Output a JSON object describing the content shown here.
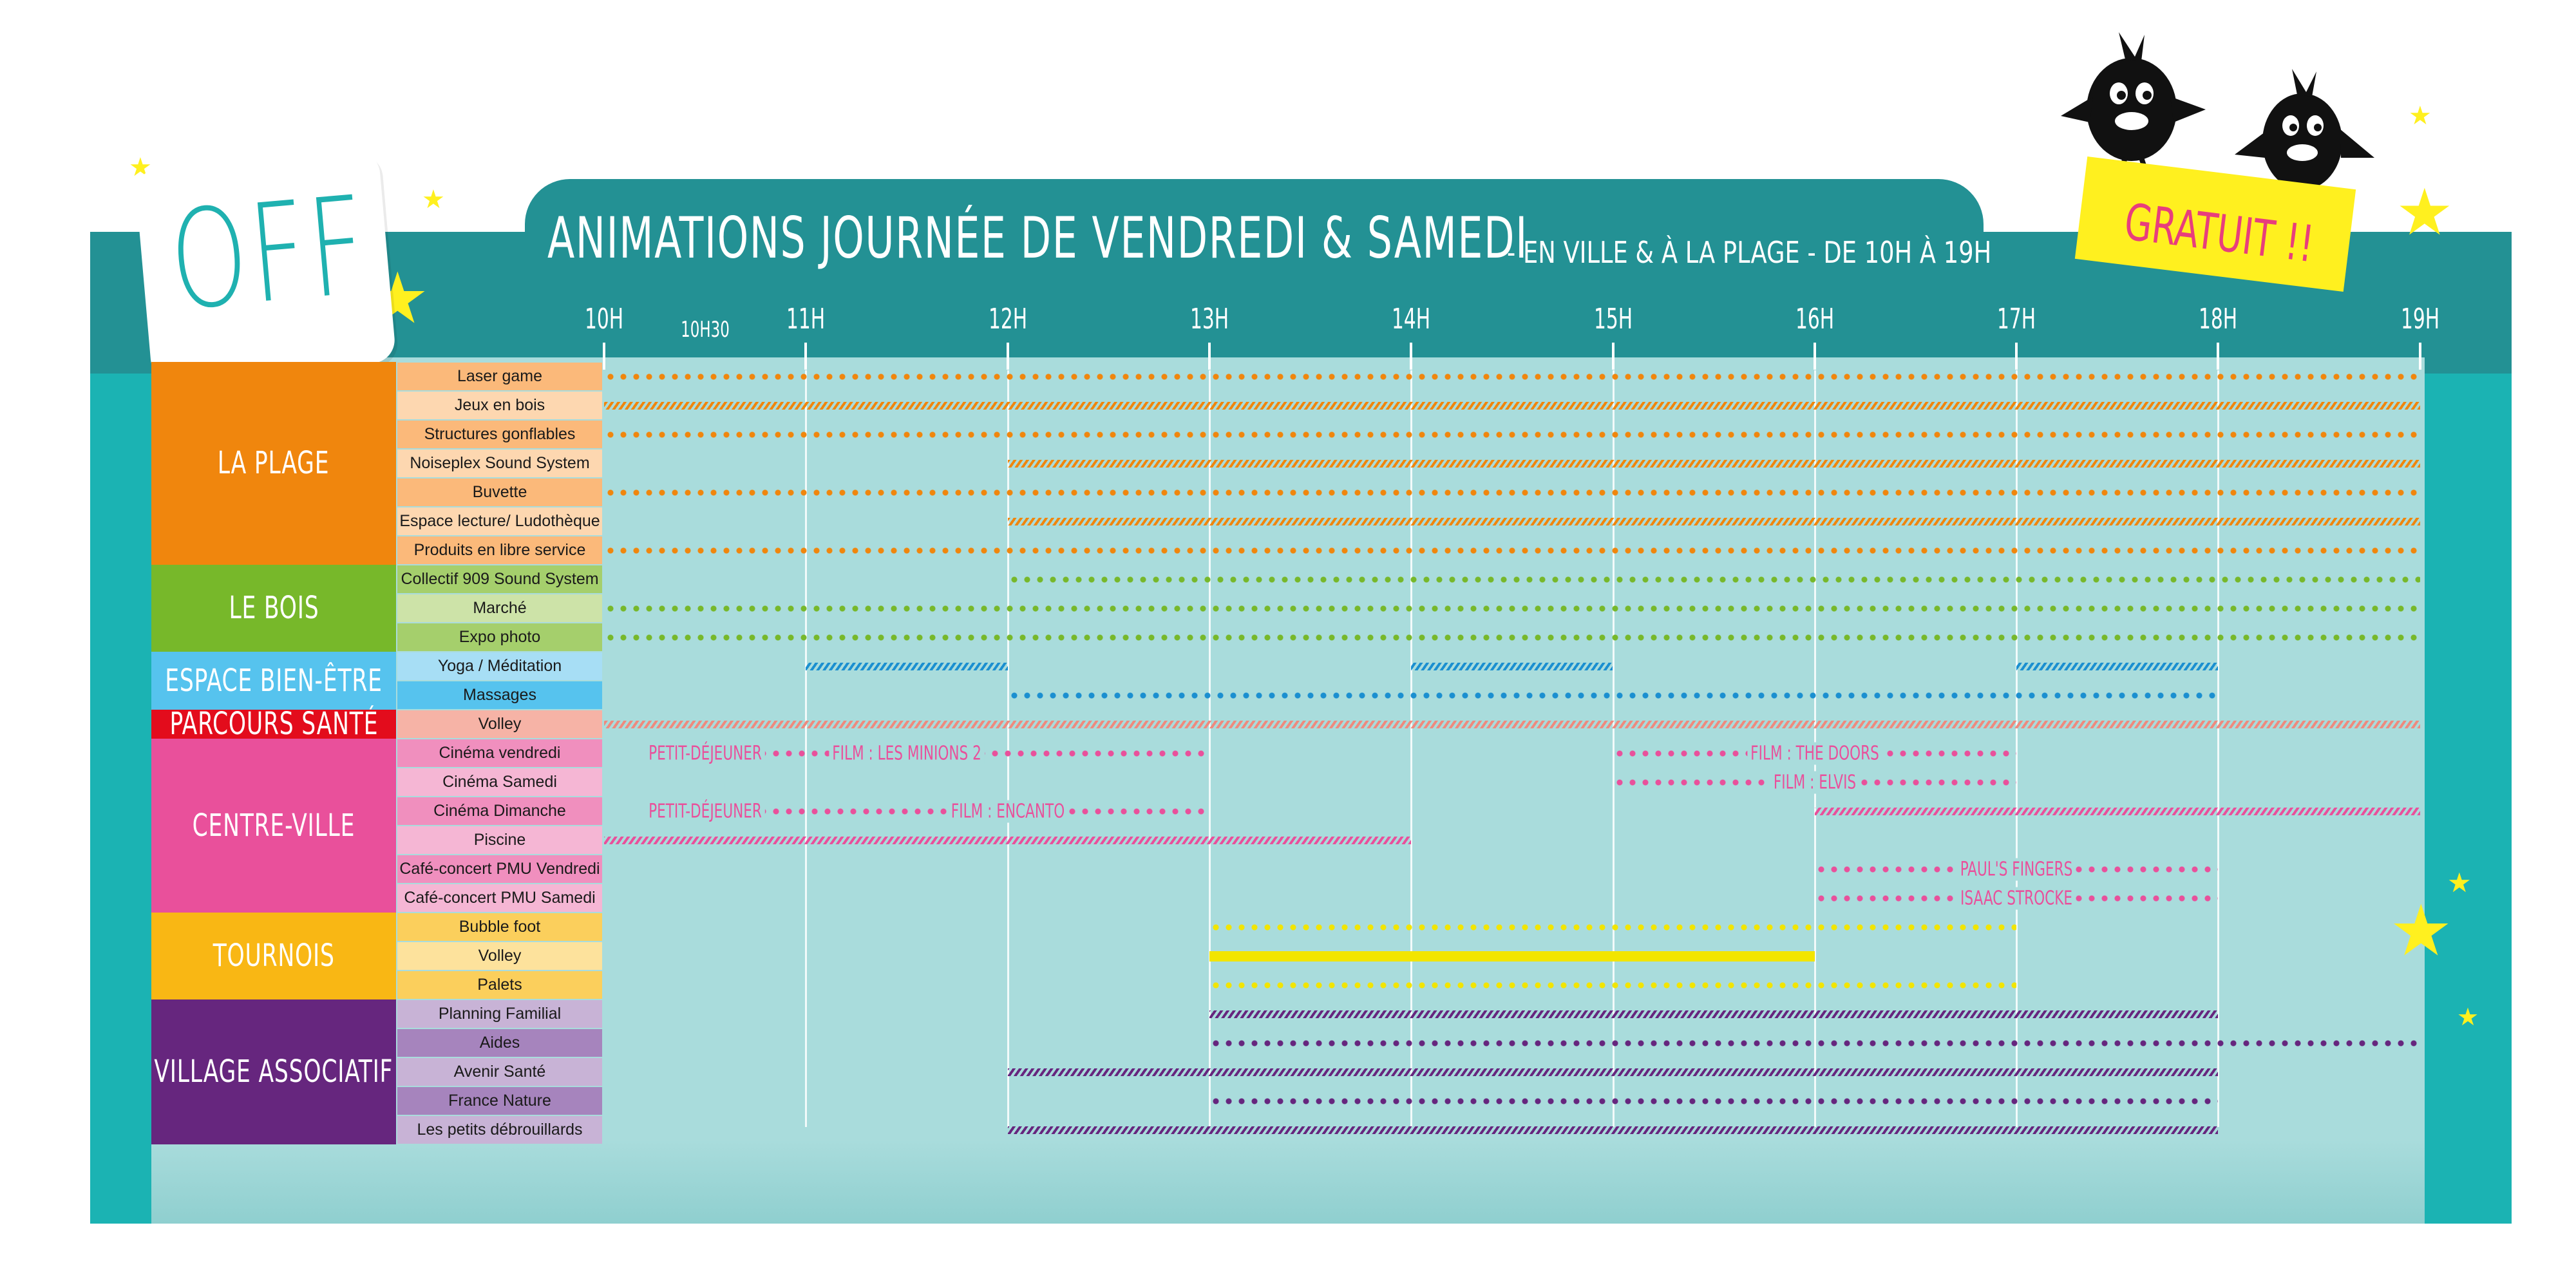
{
  "header": {
    "badge_off": "OFF",
    "title": "ANIMATIONS JOURNÉE DE VENDREDI & SAMEDI",
    "subtitle": "- EN VILLE & À LA PLAGE - DE 10H À 19H",
    "badge_gratuit": "GRATUIT !!"
  },
  "colors": {
    "frame": "#239194",
    "board": "#a9dcdc",
    "plage": "#f0860d",
    "bois": "#77b82a",
    "bien_etre": "#56c3ee",
    "sante": "#e30c1c",
    "centre": "#e9509b",
    "tournois": "#f9b714",
    "village": "#66267e"
  },
  "hours": [
    "10H",
    "10H30",
    "11H",
    "12H",
    "13H",
    "14H",
    "15H",
    "16H",
    "17H",
    "18H",
    "19H"
  ],
  "categories": [
    {
      "name": "LA PLAGE",
      "color": "#f0860d",
      "activities": [
        {
          "label": "Laser game",
          "bg": "#fbb97a"
        },
        {
          "label": "Jeux en bois",
          "bg": "#fdd7b0"
        },
        {
          "label": "Structures gonflables",
          "bg": "#fbb97a"
        },
        {
          "label": "Noiseplex Sound System",
          "bg": "#fdd7b0"
        },
        {
          "label": "Buvette",
          "bg": "#fbb97a"
        },
        {
          "label": "Espace lecture/ Ludothèque",
          "bg": "#fdd7b0"
        },
        {
          "label": "Produits en libre service",
          "bg": "#fbb97a"
        }
      ]
    },
    {
      "name": "LE BOIS",
      "color": "#77b82a",
      "activities": [
        {
          "label": "Collectif 909 Sound System",
          "bg": "#a5cf6c"
        },
        {
          "label": "Marché",
          "bg": "#cde3a8"
        },
        {
          "label": "Expo photo",
          "bg": "#a5cf6c"
        }
      ]
    },
    {
      "name": "ESPACE BIEN-ÊTRE",
      "color": "#56c3ee",
      "activities": [
        {
          "label": "Yoga / Méditation",
          "bg": "#a7def5"
        },
        {
          "label": "Massages",
          "bg": "#56c3ee"
        }
      ]
    },
    {
      "name": "PARCOURS SANTÉ",
      "color": "#e30c1c",
      "activities": [
        {
          "label": "Volley",
          "bg": "#f6b3a6"
        }
      ]
    },
    {
      "name": "CENTRE-VILLE",
      "color": "#e9509b",
      "activities": [
        {
          "label": "Cinéma vendredi",
          "bg": "#f08fbe"
        },
        {
          "label": "Cinéma Samedi",
          "bg": "#f5b6d4"
        },
        {
          "label": "Cinéma Dimanche",
          "bg": "#f08fbe"
        },
        {
          "label": "Piscine",
          "bg": "#f5b6d4"
        },
        {
          "label": "Café-concert PMU Vendredi",
          "bg": "#f08fbe"
        },
        {
          "label": "Café-concert PMU Samedi",
          "bg": "#f5b6d4"
        }
      ]
    },
    {
      "name": "TOURNOIS",
      "color": "#f9b714",
      "activities": [
        {
          "label": "Bubble foot",
          "bg": "#fbcf5c"
        },
        {
          "label": "Volley",
          "bg": "#fde29c"
        },
        {
          "label": "Palets",
          "bg": "#fbcf5c"
        }
      ]
    },
    {
      "name": "VILLAGE ASSOCIATIF",
      "color": "#66267e",
      "activities": [
        {
          "label": "Planning Familial",
          "bg": "#c8b3d6"
        },
        {
          "label": "Aides",
          "bg": "#a684bd"
        },
        {
          "label": "Avenir Santé",
          "bg": "#c8b3d6"
        },
        {
          "label": "France Nature",
          "bg": "#a684bd"
        },
        {
          "label": "Les petits débrouillards",
          "bg": "#c8b3d6"
        }
      ]
    }
  ],
  "schedule": [
    {
      "activity": "Laser game",
      "start": "10H",
      "end": "19H",
      "style": "dots",
      "color": "#f0860d"
    },
    {
      "activity": "Jeux en bois",
      "start": "10H",
      "end": "19H",
      "style": "hatch",
      "color": "#f0860d"
    },
    {
      "activity": "Structures gonflables",
      "start": "10H",
      "end": "19H",
      "style": "dots",
      "color": "#f0860d"
    },
    {
      "activity": "Noiseplex Sound System",
      "start": "12H",
      "end": "19H",
      "style": "hatch",
      "color": "#f0860d"
    },
    {
      "activity": "Buvette",
      "start": "10H",
      "end": "19H",
      "style": "dots",
      "color": "#f0860d"
    },
    {
      "activity": "Espace lecture/ Ludothèque",
      "start": "12H",
      "end": "19H",
      "style": "hatch",
      "color": "#f0860d"
    },
    {
      "activity": "Produits en libre service",
      "start": "10H",
      "end": "19H",
      "style": "dots",
      "color": "#f0860d"
    },
    {
      "activity": "Collectif 909 Sound System",
      "start": "12H",
      "end": "19H",
      "style": "dots",
      "color": "#77b82a"
    },
    {
      "activity": "Marché",
      "start": "10H",
      "end": "19H",
      "style": "dots",
      "color": "#77b82a"
    },
    {
      "activity": "Expo photo",
      "start": "10H",
      "end": "19H",
      "style": "dots",
      "color": "#77b82a"
    },
    {
      "activity": "Yoga / Méditation",
      "start": "11H",
      "end": "12H",
      "style": "hatch",
      "color": "#1b8fd0"
    },
    {
      "activity": "Yoga / Méditation",
      "start": "14H",
      "end": "15H",
      "style": "hatch",
      "color": "#1b8fd0"
    },
    {
      "activity": "Yoga / Méditation",
      "start": "17H",
      "end": "18H",
      "style": "hatch",
      "color": "#1b8fd0"
    },
    {
      "activity": "Massages",
      "start": "12H",
      "end": "18H",
      "style": "dots",
      "color": "#1b8fd0"
    },
    {
      "activity": "Volley (parcours santé)",
      "start": "10H",
      "end": "19H",
      "style": "hatch",
      "color": "#ee8a7e"
    },
    {
      "activity": "Cinéma vendredi",
      "start": "10H30",
      "end": "13H",
      "style": "dots",
      "color": "#e9509b"
    },
    {
      "activity": "Cinéma vendredi",
      "start": "15H",
      "end": "17H",
      "style": "dots",
      "color": "#e9509b"
    },
    {
      "activity": "Cinéma Samedi",
      "start": "15H",
      "end": "17H",
      "style": "dots",
      "color": "#e9509b"
    },
    {
      "activity": "Cinéma Dimanche",
      "start": "10H30",
      "end": "13H",
      "style": "dots",
      "color": "#e9509b"
    },
    {
      "activity": "Cinéma Dimanche",
      "start": "16H",
      "end": "19H",
      "style": "hatch",
      "color": "#e9509b"
    },
    {
      "activity": "Piscine",
      "start": "10H",
      "end": "14H",
      "style": "hatch",
      "color": "#e9509b"
    },
    {
      "activity": "Café-concert PMU Vendredi",
      "start": "16H",
      "end": "18H",
      "style": "dots",
      "color": "#e9509b"
    },
    {
      "activity": "Café-concert PMU Samedi",
      "start": "16H",
      "end": "18H",
      "style": "dots",
      "color": "#e9509b"
    },
    {
      "activity": "Bubble foot",
      "start": "13H",
      "end": "17H",
      "style": "dots",
      "color": "#f2e500"
    },
    {
      "activity": "Volley (tournois)",
      "start": "13H",
      "end": "16H",
      "style": "solid",
      "color": "#f2e500"
    },
    {
      "activity": "Palets",
      "start": "13H",
      "end": "17H",
      "style": "dots",
      "color": "#f2e500"
    },
    {
      "activity": "Planning Familial",
      "start": "13H",
      "end": "18H",
      "style": "hatch",
      "color": "#66267e"
    },
    {
      "activity": "Aides",
      "start": "13H",
      "end": "19H",
      "style": "dots",
      "color": "#66267e"
    },
    {
      "activity": "Avenir Santé",
      "start": "12H",
      "end": "18H",
      "style": "hatch",
      "color": "#66267e"
    },
    {
      "activity": "France Nature",
      "start": "13H",
      "end": "18H",
      "style": "dots",
      "color": "#66267e"
    },
    {
      "activity": "Les petits débrouillards",
      "start": "12H",
      "end": "18H",
      "style": "hatch",
      "color": "#66267e"
    }
  ],
  "event_labels": [
    {
      "text": "PETIT-DÉJEUNER",
      "row": "Cinéma vendredi",
      "at": "10H30"
    },
    {
      "text": "FILM : LES MINIONS 2",
      "row": "Cinéma vendredi",
      "at": "11H30"
    },
    {
      "text": "FILM : THE DOORS",
      "row": "Cinéma vendredi",
      "at": "16H"
    },
    {
      "text": "FILM : ELVIS",
      "row": "Cinéma Samedi",
      "at": "16H"
    },
    {
      "text": "PETIT-DÉJEUNER",
      "row": "Cinéma Dimanche",
      "at": "10H30"
    },
    {
      "text": "FILM : ENCANTO",
      "row": "Cinéma Dimanche",
      "at": "12H"
    },
    {
      "text": "PAUL'S FINGERS",
      "row": "Café-concert PMU Vendredi",
      "at": "17H"
    },
    {
      "text": "ISAAC STROCKE",
      "row": "Café-concert PMU Samedi",
      "at": "17H"
    }
  ]
}
